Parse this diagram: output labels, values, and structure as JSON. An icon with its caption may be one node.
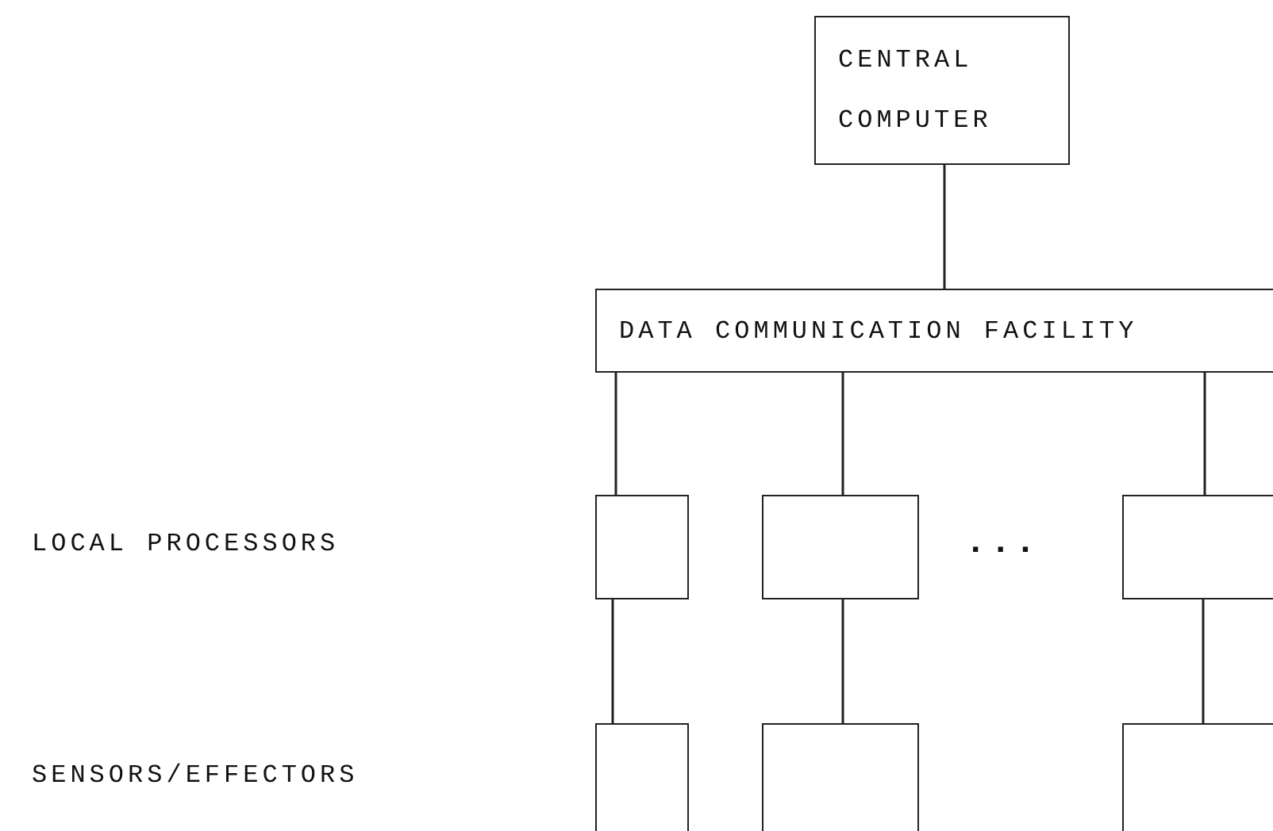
{
  "diagram": {
    "nodes": [
      {
        "text": [
          "CENTRAL COMPUTER"
        ]
      },
      {
        "text": [
          "DATA COMMUNICATION FACILITY"
        ]
      },
      {
        "text": [],
        "shape": "box"
      },
      {
        "text": [],
        "shape": "box"
      },
      {
        "text": [],
        "shape": "box"
      },
      {
        "text": [],
        "shape": "box"
      },
      {
        "text": [],
        "shape": "box"
      },
      {
        "text": [],
        "shape": "box"
      }
    ],
    "edges": [
      {
        "from": 0,
        "to": 1,
        "arrow": "none"
      },
      {
        "from": 1,
        "to": 2,
        "arrow": "none"
      },
      {
        "from": 1,
        "to": 3,
        "arrow": "none"
      },
      {
        "from": 1,
        "to": 4,
        "arrow": "none"
      },
      {
        "from": 2,
        "to": 5,
        "arrow": "none"
      },
      {
        "from": 3,
        "to": 6,
        "arrow": "none"
      },
      {
        "from": 4,
        "to": 7,
        "arrow": "none"
      }
    ],
    "labels": [
      "LOCAL PROCESSORS",
      "...",
      "SENSORS/EFFECTORS"
    ]
  }
}
